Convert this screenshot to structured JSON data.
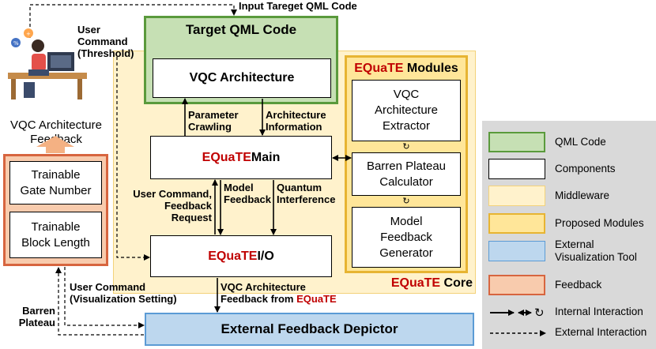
{
  "labels": {
    "input_target_qml": "Input Tareget QML Code",
    "user_command_threshold": [
      "User",
      "Command",
      "(Threshold)"
    ],
    "vqc_arch_feedback": [
      "VQC Architecture",
      "Feedback"
    ],
    "parameter_crawling": [
      "Parameter",
      "Crawling"
    ],
    "architecture_information": [
      "Architecture",
      "Information"
    ],
    "user_command_feedback_request": [
      "User Command,",
      "Feedback",
      "Request"
    ],
    "model_feedback": [
      "Model",
      "Feedback"
    ],
    "quantum_interference": [
      "Quantum",
      "Interference"
    ],
    "user_command_visualization": [
      "User Command",
      "(Visualization Setting)"
    ],
    "vqc_arch_feedback_from": [
      "VQC Architecture",
      "Feedback from "
    ],
    "equate_word": "EQuaTE",
    "barren_plateau": [
      "Barren",
      "Plateau"
    ]
  },
  "boxes": {
    "target_qml": "Target QML Code",
    "vqc_architecture": "VQC Architecture",
    "equate_main_suffix": " Main",
    "equate_io_suffix": " I/O",
    "equate_core_suffix": " Core",
    "equate_modules_suffix": " Modules",
    "module_1": [
      "VQC",
      "Architecture",
      "Extractor"
    ],
    "module_2": [
      "Barren Plateau",
      "Calculator"
    ],
    "module_3": [
      "Model",
      "Feedback",
      "Generator"
    ],
    "trainable_gate": [
      "Trainable",
      "Gate Number"
    ],
    "trainable_block": [
      "Trainable",
      "Block Length"
    ],
    "external_depictor": "External Feedback Depictor"
  },
  "legend": [
    {
      "label": "QML Code",
      "fill": "#c6e0b4",
      "stroke": "#5a9a3c"
    },
    {
      "label": "Components",
      "fill": "#ffffff",
      "stroke": "#000000"
    },
    {
      "label": "Middleware",
      "fill": "#fff2cc",
      "stroke": "#f3d27a"
    },
    {
      "label": "Proposed Modules",
      "fill": "#ffe699",
      "stroke": "#e7b432"
    },
    {
      "label": "External Visualization Tool",
      "fill": "#bdd7ee",
      "stroke": "#5b9bd5"
    },
    {
      "label": "Feedback",
      "fill": "#f8cbad",
      "stroke": "#d7653f"
    },
    {
      "label": "Internal Interaction"
    },
    {
      "label": "External Interaction"
    }
  ],
  "colors": {
    "equate_red": "#c00000",
    "legend_bg": "#d9d9d9"
  }
}
